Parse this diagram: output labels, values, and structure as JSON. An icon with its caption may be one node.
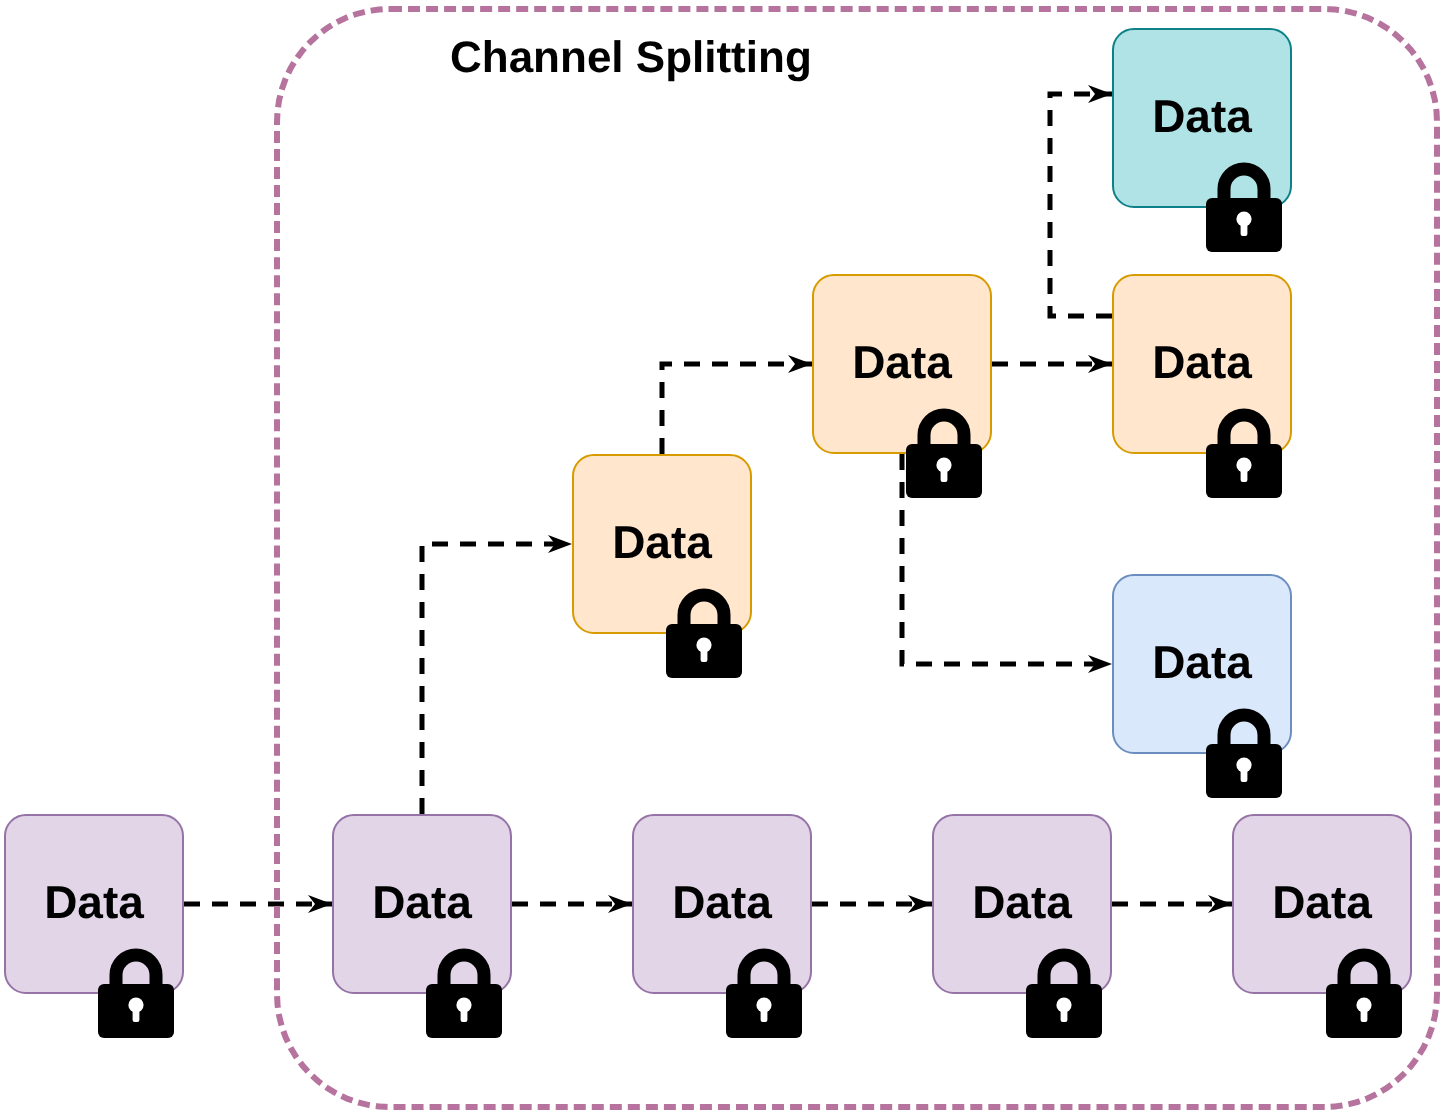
{
  "diagram": {
    "nodes": [
      {
        "text": [
          "Channel Splitting"
        ]
      },
      {
        "text": [
          "Data"
        ],
        "in": 0
      },
      {
        "text": [
          "Data"
        ],
        "in": 0
      },
      {
        "text": [
          "Data"
        ],
        "in": 0
      },
      {
        "text": [
          "Data"
        ],
        "in": 0
      },
      {
        "text": [
          "Data"
        ],
        "in": 0
      },
      {
        "text": [
          "Data"
        ]
      },
      {
        "text": [
          "Data"
        ],
        "in": 0
      },
      {
        "text": [
          "Data"
        ],
        "in": 0
      },
      {
        "text": [
          "Data"
        ],
        "in": 0
      },
      {
        "text": [
          "Data"
        ],
        "in": 0
      }
    ],
    "edges": [
      {
        "from": 6,
        "to": 7,
        "arrow": "to",
        "style": "dashed"
      },
      {
        "from": 7,
        "to": 8,
        "arrow": "to",
        "style": "dashed"
      },
      {
        "from": 8,
        "to": 9,
        "arrow": "to",
        "style": "dashed"
      },
      {
        "from": 9,
        "to": 10,
        "arrow": "to",
        "style": "dashed"
      },
      {
        "from": 7,
        "to": 4,
        "arrow": "to",
        "style": "dashed"
      },
      {
        "from": 4,
        "to": 2,
        "arrow": "to",
        "style": "dashed"
      },
      {
        "from": 2,
        "to": 3,
        "arrow": "to",
        "style": "dashed"
      },
      {
        "from": 2,
        "to": 5,
        "arrow": "to",
        "style": "dashed"
      },
      {
        "from": 3,
        "to": 1,
        "arrow": "to",
        "style": "dashed"
      }
    ]
  }
}
